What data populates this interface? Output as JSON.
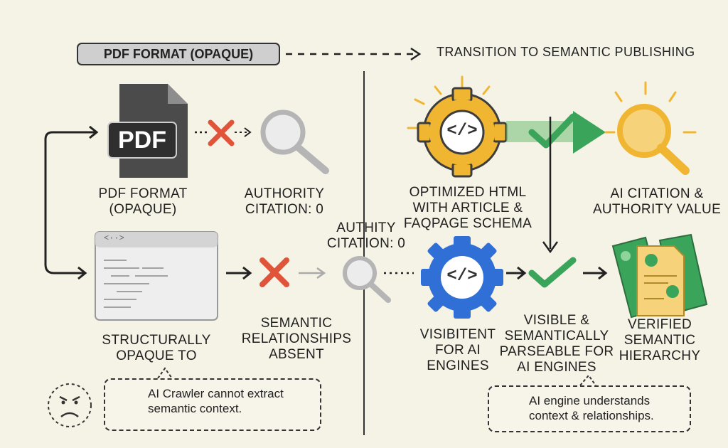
{
  "header": {
    "left_label": "PDF FORMAT (OPAQUE)",
    "right_label": "TRANSITION TO SEMANTIC PUBLISHING"
  },
  "left": {
    "pdf_icon_text": "PDF",
    "pdf_label_line1": "PDF FORMAT",
    "pdf_label_line2": "(OPAQUE)",
    "authority_line1": "AUTHORITY",
    "authority_line2": "CITATION: 0",
    "structural_line1": "STRUCTURALLY",
    "structural_line2": "OPAQUE TO",
    "semantic_line1": "SEMANTIC",
    "semantic_line2": "RELATIONSHIPS",
    "semantic_line3": "ABSENT",
    "browser_dots": "<··>",
    "crawler_line1": "AI Crawler cannot extract",
    "crawler_line2": "semantic context."
  },
  "middle": {
    "authity_line1": "AUTHITY",
    "authity_line2": "CITATION: 0"
  },
  "right": {
    "html_line1": "OPTIMIZED HTML",
    "html_line2": "WITH ARTICLE &",
    "html_line3": "FAQPAGE SCHEMA",
    "ai_citation_line1": "AI CITATION &",
    "ai_citation_line2": "AUTHORITY VALUE",
    "visi_line1": "VISIBITENT",
    "visi_line2": "FOR AI",
    "visi_line3": "ENGINES",
    "visible_line1": "VISIBLE &",
    "visible_line2": "SEMANTICALLY",
    "visible_line3": "PARSEABLE FOR",
    "visible_line4": "AI ENGINES",
    "verified_line1": "VERIFIED",
    "verified_line2": "SEMANTIC",
    "verified_line3": "HIERARCHY",
    "understands_line1": "AI engine understands",
    "understands_line2": "context & relationships.",
    "code_glyph": "</>"
  },
  "colors": {
    "background": "#f5f2e6",
    "gold": "#f0b632",
    "blue": "#2f6fd6",
    "green": "#3aa55a",
    "red": "#e0553a",
    "dark_doc": "#4b4b4b",
    "grey_search": "#b5b5b5"
  }
}
